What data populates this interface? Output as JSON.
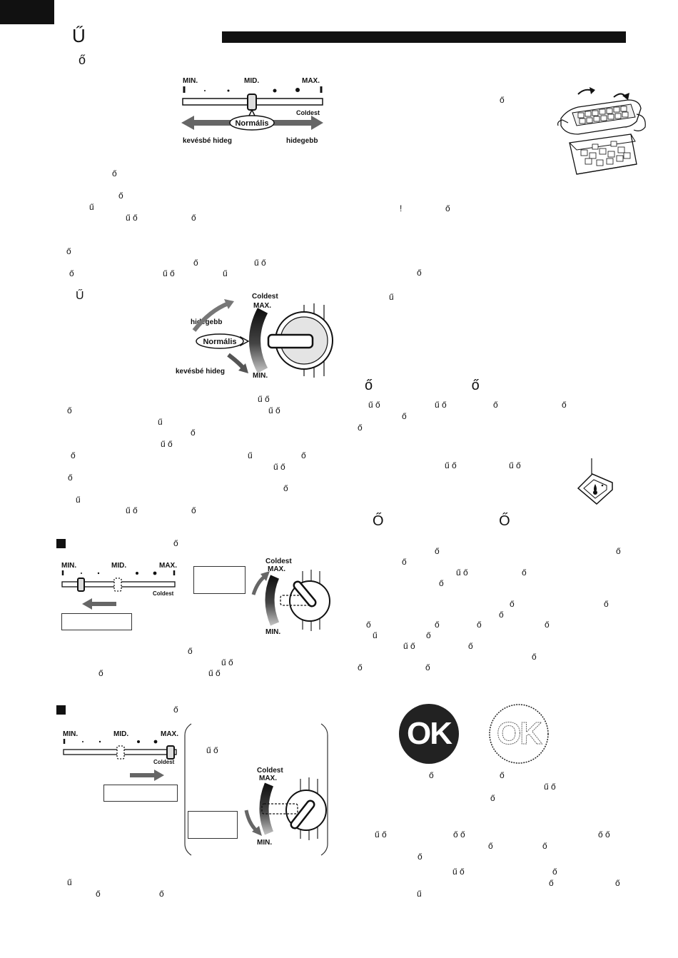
{
  "header": {
    "title_glyph": "Ű",
    "subtitle_glyph": "ő"
  },
  "slider_top": {
    "min": "MIN.",
    "mid": "MID.",
    "max": "MAX.",
    "coldest": "Coldest",
    "normal": "Normális",
    "less_cold": "kevésbé hideg",
    "colder": "hidegebb"
  },
  "dial_main": {
    "coldest": "Coldest",
    "max": "MAX.",
    "min": "MIN.",
    "colder": "hidegebb",
    "normal": "Normális",
    "less_cold": "kevésbé hideg"
  },
  "section_a": {
    "marker": "ő"
  },
  "slider_a": {
    "min": "MIN.",
    "mid": "MID.",
    "max": "MAX.",
    "coldest": "Coldest"
  },
  "dial_a": {
    "coldest": "Coldest",
    "max": "MAX.",
    "min": "MIN."
  },
  "section_b": {
    "marker": "ő"
  },
  "slider_b": {
    "min": "MIN.",
    "mid": "MID.",
    "max": "MAX.",
    "coldest": "Coldest"
  },
  "dial_b": {
    "coldest": "Coldest",
    "max": "MAX.",
    "min": "MIN."
  },
  "right": {
    "heading1": "ő ő",
    "heading2": "Ő Ő",
    "ok_filled": "OK",
    "ok_outline": "OK"
  },
  "glyphs": {
    "l01": "ő",
    "l02": "ő",
    "l03": "ű",
    "l04": "ű ő",
    "l05": "ő",
    "l06": "ő",
    "l07": "ő",
    "l08": "ű ő",
    "l09": "ő",
    "l10": "ű ő",
    "l11": "ű",
    "l12": "Ű",
    "l13": "ű ő",
    "l14": "ő",
    "l15": "ű ő",
    "l16": "ű",
    "l17": "ő",
    "l18": "ű ő",
    "l19": "ő",
    "l20": "ű",
    "l21": "ő",
    "l22": "ű ő",
    "l23": "ő",
    "l24": "ő",
    "l25": "ő",
    "l26": "ű",
    "l27": "ű ő",
    "l28": "ő",
    "l29": "ő",
    "l30": "ű ő",
    "l31": "ő",
    "l32": "ű ő",
    "l33": "ű ő",
    "l34": "ű",
    "l35": "ő",
    "l36": "ő",
    "r01": "ő",
    "r02": "!",
    "r03": "ő",
    "r04": "ő",
    "r05": "ű",
    "r06": "ű ő",
    "r07": "ű ő",
    "r08": "ő",
    "r09": "ő",
    "r10": "ő",
    "r11": "ő",
    "r12": "ű ő",
    "r13": "ű ő",
    "r14": "ő",
    "r15": "ő",
    "r16": "ő",
    "r17": "ű ő",
    "r18": "ő",
    "r19": "ő",
    "r20": "ő",
    "r21": "ő",
    "r22": "ő",
    "r23": "ő",
    "r24": "ő",
    "r25": "ő",
    "r26": "ő",
    "r27": "ű",
    "r28": "ő",
    "r29": "ű ő",
    "r30": "ő",
    "r31": "ő",
    "r32": "ő",
    "r33": "ő",
    "r34": "ő",
    "r35": "ő",
    "r36": "ű ő",
    "r37": "ő",
    "r38": "ű ő",
    "r39": "ő ő",
    "r40": "ő ő",
    "r41": "ő",
    "r42": "ő",
    "r43": "ő",
    "r44": "ű ő",
    "r45": "ő",
    "r46": "ő",
    "r47": "ő",
    "r48": "ű"
  }
}
